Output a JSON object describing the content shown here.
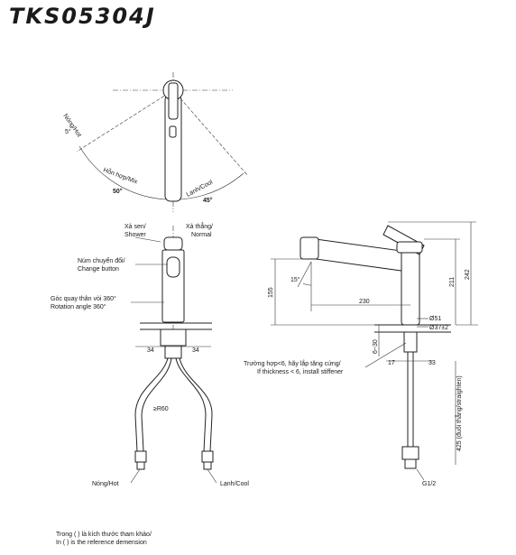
{
  "title": "TKS05304J",
  "top_view": {
    "hot_label": "Nóng/Hot",
    "hot_angle": "5°",
    "mix_label": "Hỗn hợp/Mix",
    "mix_angle": "50°",
    "cool_label": "Lạnh/Cool",
    "cool_angle": "45°"
  },
  "front_view": {
    "shower": "Xả sen/\nShower",
    "normal": "Xả thẳng/\nNormal",
    "change_button": "Núm chuyển đổi/\nChange button",
    "rotation": "Góc quay thân vòi 360°\nRotation angle 360°",
    "dim_left": "34",
    "dim_right": "34",
    "radius": "≥R60",
    "hot": "Nóng/Hot",
    "cool": "Lạnh/Cool"
  },
  "side_view": {
    "angle": "15°",
    "height_155": "155",
    "reach_230": "230",
    "height_211": "211",
    "height_242": "242",
    "dia_51": "Ø51",
    "dia_37": "Ø37±2",
    "thickness": "6~30",
    "stiffener_note": "Trường hợp<6, hãy lắp tăng cứng/\nIf thickness < 6, install stiffener",
    "dim_17": "17",
    "dim_33": "33",
    "hose_length": "425 (đuôi thẳng/straighten)",
    "thread": "G1/2"
  },
  "note": "Trong ( ) là kích thước tham khảo/\nIn ( ) is the reference demension"
}
